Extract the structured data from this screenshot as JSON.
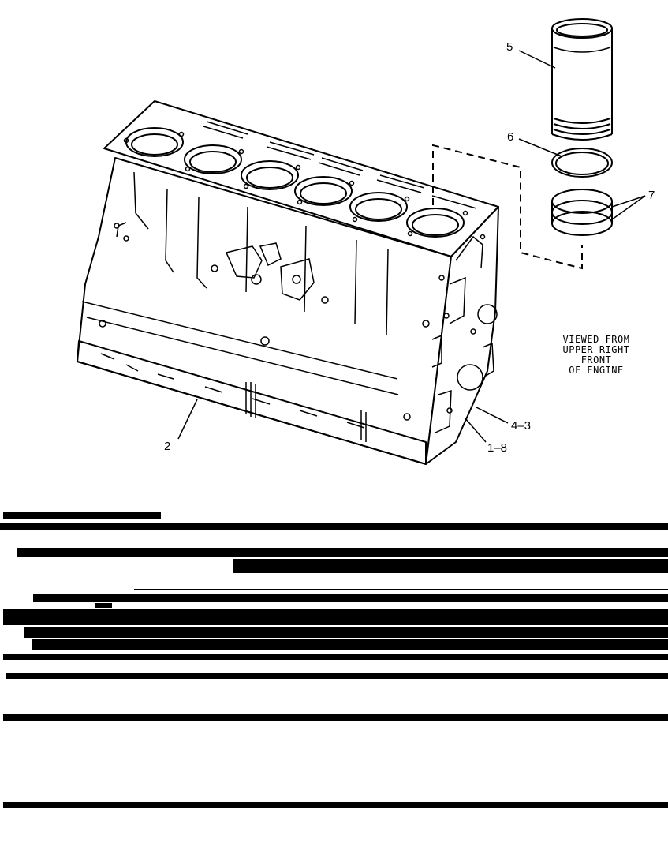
{
  "diagram": {
    "callouts": {
      "c5": "5",
      "c6": "6",
      "c7": "7",
      "c2": "2",
      "c43": "4–3",
      "c18": "1–8"
    },
    "view_note": {
      "line1": "VIEWED FROM",
      "line2": "UPPER RIGHT",
      "line3": "FRONT",
      "line4": "OF ENGINE"
    }
  }
}
